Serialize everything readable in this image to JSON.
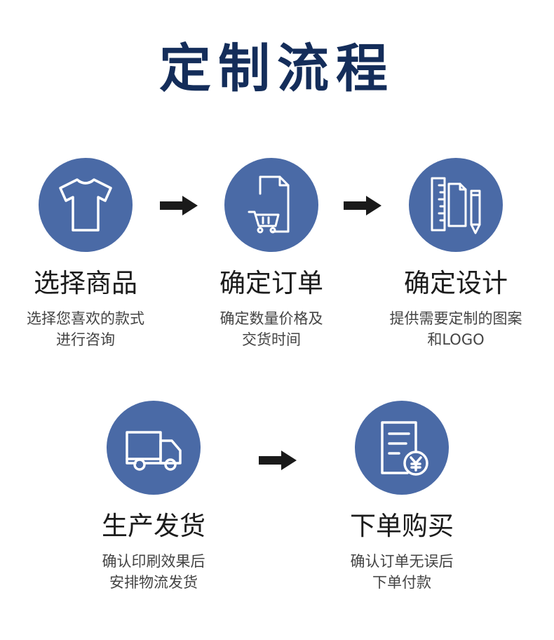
{
  "title": "定制流程",
  "steps": [
    {
      "icon": "tshirt-icon",
      "title": "选择商品",
      "desc": [
        "选择您喜欢的款式",
        "进行咨询"
      ]
    },
    {
      "icon": "order-cart-icon",
      "title": "确定订单",
      "desc": [
        "确定数量价格及",
        "交货时间"
      ]
    },
    {
      "icon": "design-tools-icon",
      "title": "确定设计",
      "desc": [
        "提供需要定制的图案",
        "和LOGO"
      ]
    },
    {
      "icon": "truck-icon",
      "title": "生产发货",
      "desc": [
        "确认印刷效果后",
        "安排物流发货"
      ]
    },
    {
      "icon": "invoice-payment-icon",
      "title": "下单购买",
      "desc": [
        "确认订单无误后",
        "下单付款"
      ]
    }
  ],
  "colors": {
    "title": "#142d5a",
    "circle": "#4a6aa6",
    "arrow": "#1a1a1a"
  }
}
